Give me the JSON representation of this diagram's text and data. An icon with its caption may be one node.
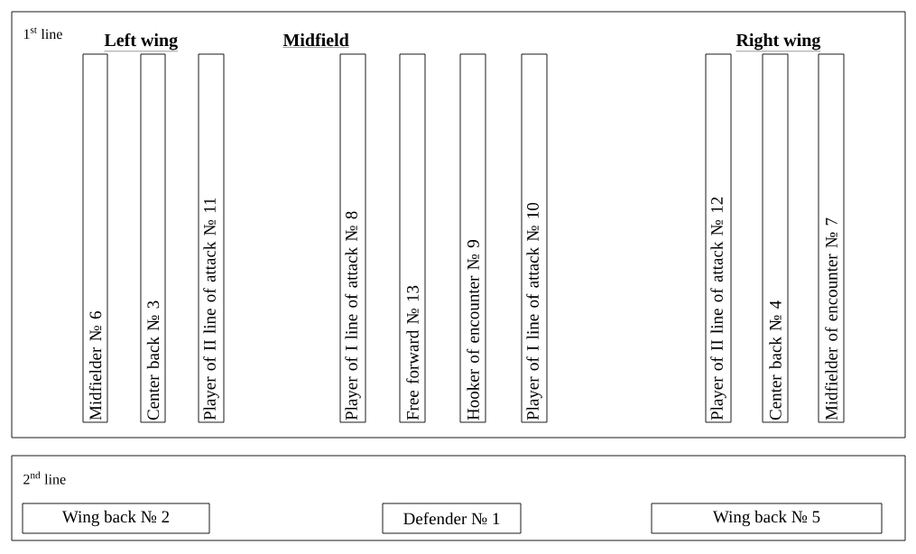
{
  "diagram": {
    "nodes": [
      {
        "text": [
          "1$^{st}$ line"
        ]
      },
      {
        "text": [
          "Midfielder № 6"
        ],
        "in": 0
      },
      {
        "text": [
          "Center back № 3"
        ],
        "in": 0
      },
      {
        "text": [
          "Player of II line of attack № 11"
        ],
        "in": 0
      },
      {
        "text": [
          "Player of I line of attack № 8"
        ],
        "in": 0
      },
      {
        "text": [
          "Free forward № 13"
        ],
        "in": 0
      },
      {
        "text": [
          "Hooker of encounter № 9"
        ],
        "in": 0
      },
      {
        "text": [
          "Player of I line of attack № 10"
        ],
        "in": 0
      },
      {
        "text": [
          "Player of II line of attack № 12"
        ],
        "in": 0
      },
      {
        "text": [
          "Center back № 4"
        ],
        "in": 0
      },
      {
        "text": [
          "Midfielder of encounter № 7"
        ],
        "in": 0
      },
      {
        "text": [
          "2$^{nd}$ line"
        ]
      },
      {
        "text": [
          "Wing back № 2"
        ],
        "in": 11
      },
      {
        "text": [
          "Defender № 1"
        ],
        "in": 11
      },
      {
        "text": [
          "Wing back № 5"
        ],
        "in": 11
      }
    ],
    "labels": [
      "Left wing",
      "Midfield",
      "Right wing"
    ]
  }
}
